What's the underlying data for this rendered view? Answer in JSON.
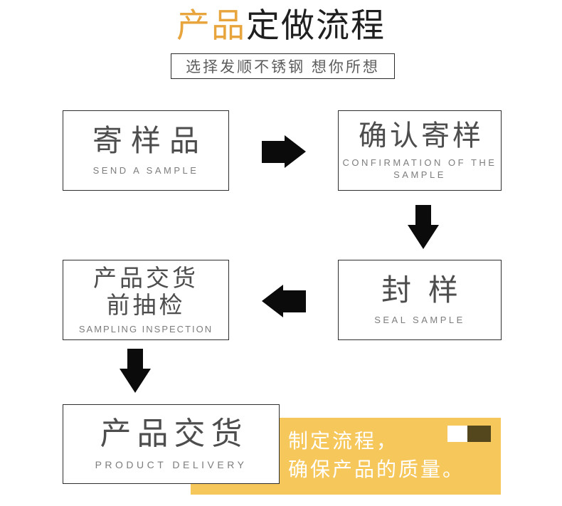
{
  "header": {
    "title_highlight": "产品",
    "title_rest": "定做流程",
    "subtitle": "选择发顺不锈钢 想你所想"
  },
  "steps": [
    {
      "zh": "寄样品",
      "en": "SEND A SAMPLE"
    },
    {
      "zh": "确认寄样",
      "en": "CONFIRMATION OF THE SAMPLE"
    },
    {
      "zh": "封 样",
      "en": "SEAL SAMPLE"
    },
    {
      "zh": "产品交货\n前抽检",
      "en": "SAMPLING INSPECTION"
    },
    {
      "zh": "产品交货",
      "en": "PRODUCT DELIVERY"
    }
  ],
  "banner": {
    "line1": "制定流程，",
    "line2": "确保产品的质量。"
  },
  "icons": {
    "arrow_right": "arrow-right-icon",
    "arrow_down": "arrow-down-icon",
    "arrow_left": "arrow-left-icon"
  },
  "colors": {
    "accent_gold": "#e8a53d",
    "banner_yellow": "#f6c75a",
    "swatch_dark": "#54461d",
    "box_border": "#2e2e2e",
    "chinese_text": "#4d4d4d",
    "english_text": "#7d7d7d"
  }
}
